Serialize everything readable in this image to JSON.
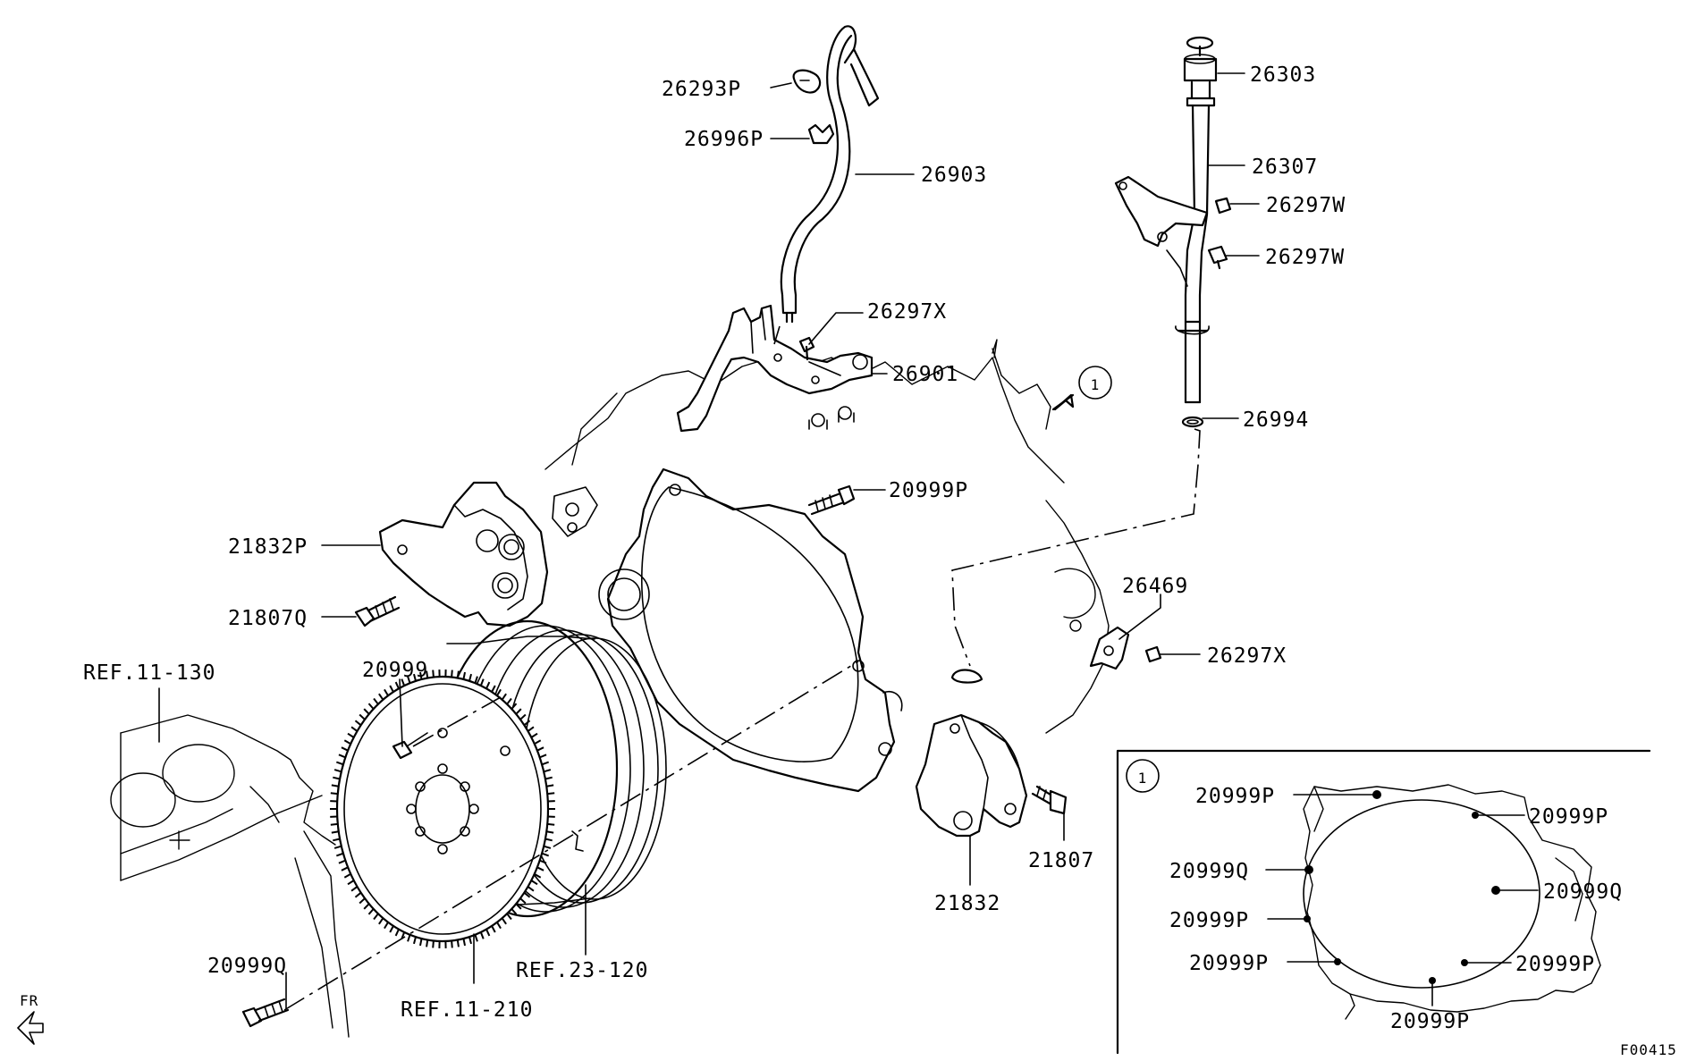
{
  "callouts": [
    {
      "id": "26293P",
      "label": "26293P"
    },
    {
      "id": "26996P",
      "label": "26996P"
    },
    {
      "id": "26903",
      "label": "26903"
    },
    {
      "id": "26303",
      "label": "26303"
    },
    {
      "id": "26307",
      "label": "26307"
    },
    {
      "id": "26297W_a",
      "label": "26297W"
    },
    {
      "id": "26297W_b",
      "label": "26297W"
    },
    {
      "id": "26297X_a",
      "label": "26297X"
    },
    {
      "id": "26901",
      "label": "26901"
    },
    {
      "id": "26994",
      "label": "26994"
    },
    {
      "id": "20999P_main",
      "label": "20999P"
    },
    {
      "id": "21832P",
      "label": "21832P"
    },
    {
      "id": "21807Q",
      "label": "21807Q"
    },
    {
      "id": "26469",
      "label": "26469"
    },
    {
      "id": "26297X_b",
      "label": "26297X"
    },
    {
      "id": "20999",
      "label": "20999"
    },
    {
      "id": "REF_11_130",
      "label": "REF.11-130"
    },
    {
      "id": "21807",
      "label": "21807"
    },
    {
      "id": "21832",
      "label": "21832"
    },
    {
      "id": "20999Q_main",
      "label": "20999Q"
    },
    {
      "id": "REF_23_120",
      "label": "REF.23-120"
    },
    {
      "id": "REF_11_210",
      "label": "REF.11-210"
    }
  ],
  "view_marker": "1",
  "front_indicator": "FR",
  "inset": {
    "marker": "1",
    "callouts": [
      {
        "id": "i_20999P_1",
        "label": "20999P"
      },
      {
        "id": "i_20999P_2",
        "label": "20999P"
      },
      {
        "id": "i_20999Q_1",
        "label": "20999Q"
      },
      {
        "id": "i_20999Q_2",
        "label": "20999Q"
      },
      {
        "id": "i_20999P_3",
        "label": "20999P"
      },
      {
        "id": "i_20999P_4",
        "label": "20999P"
      },
      {
        "id": "i_20999P_5",
        "label": "20999P"
      },
      {
        "id": "i_20999P_6",
        "label": "20999P"
      }
    ]
  },
  "figure_code": "F00415"
}
